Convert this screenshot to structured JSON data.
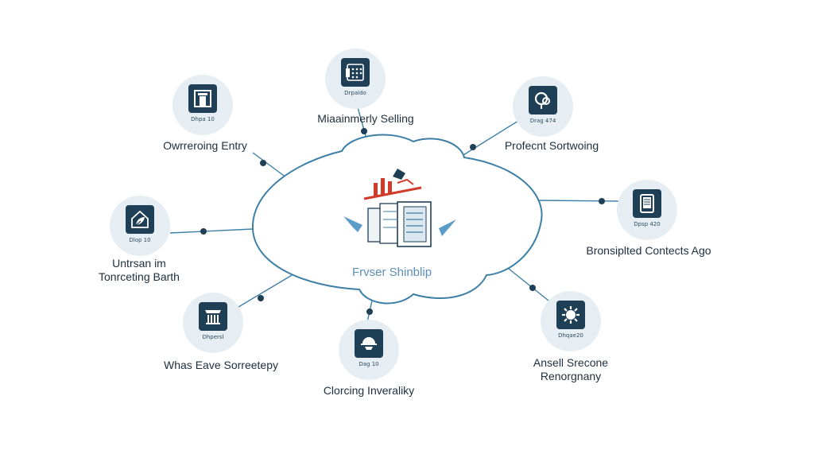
{
  "center": {
    "label": "Frvser Shinblip"
  },
  "nodes": [
    {
      "id": "top",
      "sub": "Drpaldo",
      "label": [
        "Miaainmerly Selling"
      ],
      "icon": "phone-keypad-icon"
    },
    {
      "id": "top-left",
      "sub": "Dhpa 10",
      "label": [
        "Owrreroing Entry"
      ],
      "icon": "door-frame-icon"
    },
    {
      "id": "top-right",
      "sub": "Drag 474",
      "label": [
        "Profecnt Sortwoing"
      ],
      "icon": "cog-gear-icon"
    },
    {
      "id": "left",
      "sub": "Dlop 10",
      "label": [
        "Untrsan im",
        "Tonrceting Barth"
      ],
      "icon": "house-leaf-icon"
    },
    {
      "id": "right",
      "sub": "Dpsp 420",
      "label": [
        "Bronsiplted Contects Ago"
      ],
      "icon": "tablet-document-icon"
    },
    {
      "id": "bottom-left",
      "sub": "Dhpersl",
      "label": [
        "Whas Eave Sorreetepy"
      ],
      "icon": "server-rack-icon"
    },
    {
      "id": "bottom",
      "sub": "Dag 10",
      "label": [
        "Clorcing Inveraliky"
      ],
      "icon": "bowl-dome-icon"
    },
    {
      "id": "bottom-right",
      "sub": "Dhqae20",
      "label": [
        "Ansell Srecone",
        "Renorgnany"
      ],
      "icon": "sun-gear-icon"
    }
  ],
  "colors": {
    "line": "#3d7fa6",
    "node_bg": "#e6eef3",
    "icon_bg": "#1f3f56",
    "accent": "#d13b2a"
  }
}
